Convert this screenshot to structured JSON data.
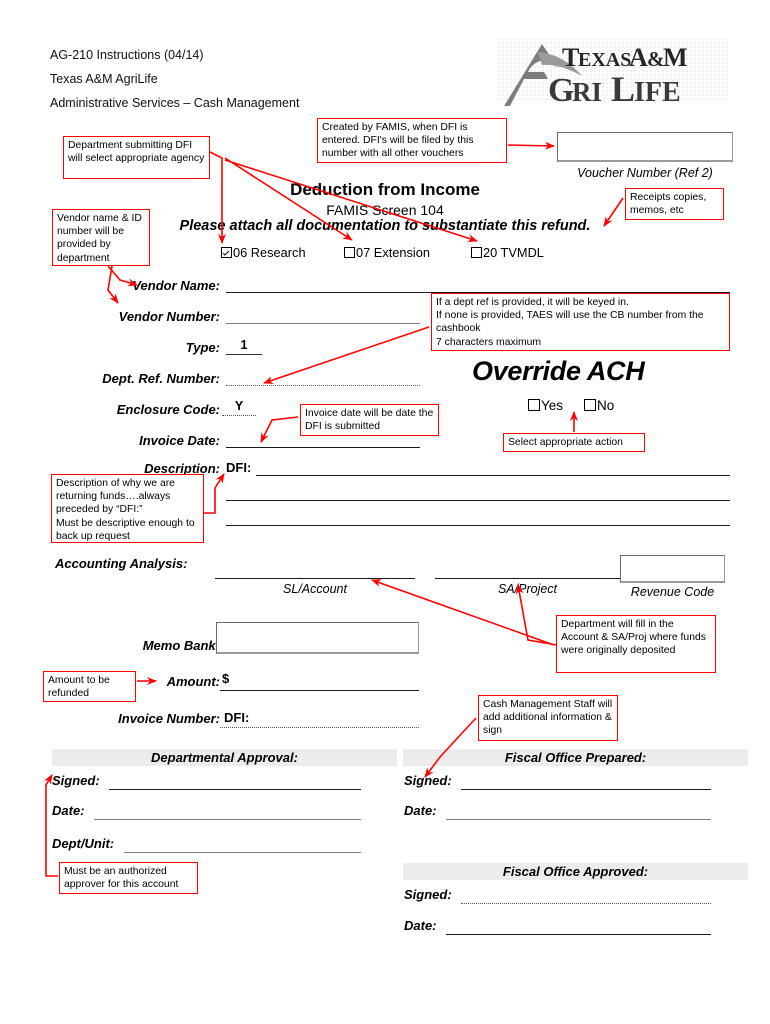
{
  "document": {
    "header_lines": [
      "AG-210 Instructions (04/14)",
      "Texas A&M AgriLife",
      "Administrative Services – Cash Management"
    ],
    "logo": {
      "line1": "Texas A&M",
      "line2_a": "A",
      "line2_b": "gri",
      "line2_c": "Life"
    },
    "title": {
      "main": "Deduction from Income",
      "screen": "FAMIS Screen 104",
      "attach": "Please attach all documentation to substantiate this refund."
    },
    "voucher": {
      "caption": "Voucher Number (Ref 2)"
    },
    "agency_options": [
      {
        "label": "06 Research",
        "checked": true
      },
      {
        "label": "07 Extension",
        "checked": false
      },
      {
        "label": "20 TVMDL",
        "checked": false
      }
    ],
    "fields": {
      "vendor_name": {
        "label": "Vendor Name:",
        "value": ""
      },
      "vendor_number": {
        "label": "Vendor Number:",
        "value": ""
      },
      "type": {
        "label": "Type:",
        "value": "1"
      },
      "dept_ref": {
        "label": "Dept. Ref. Number:",
        "value": ""
      },
      "enclosure": {
        "label": "Enclosure Code:",
        "value": "Y"
      },
      "invoice_date": {
        "label": "Invoice Date:",
        "value": ""
      },
      "description": {
        "label": "Description:",
        "prefix": "DFI:"
      },
      "memo_bank": {
        "label": "Memo Bank:",
        "value": ""
      },
      "amount": {
        "label": "Amount:",
        "prefix": "$"
      },
      "invoice_number": {
        "label": "Invoice Number:",
        "prefix": "DFI:"
      }
    },
    "override_ach": {
      "title": "Override ACH",
      "yes": "Yes",
      "no": "No"
    },
    "accounting": {
      "heading": "Accounting Analysis:",
      "sl_account": "SL/Account",
      "sa_project": "SA/Project",
      "revenue_code": "Revenue Code"
    },
    "approvals": {
      "departmental": {
        "title": "Departmental Approval:",
        "signed": "Signed:",
        "date": "Date:",
        "dept_unit": "Dept/Unit:"
      },
      "fiscal_prepared": {
        "title": "Fiscal Office Prepared:",
        "signed": "Signed:",
        "date": "Date:"
      },
      "fiscal_approved": {
        "title": "Fiscal Office Approved:",
        "signed": "Signed:",
        "date": "Date:"
      }
    },
    "annotations": {
      "agency_select": "Department submitting DFI will select appropriate agency",
      "voucher_created": "Created by FAMIS, when DFI is entered.  DFI's will be filed by this number with all other vouchers",
      "vendor_info": "Vendor name & ID number will be provided by department",
      "receipts": "Receipts copies, memos, etc",
      "dept_ref_note": "If a dept ref is provided, it will be keyed in.\nIf none is provided, TAES will use the CB number from the cashbook\n7 characters maximum",
      "invoice_date_note": "Invoice date will be date the DFI is submitted",
      "select_action": "Select appropriate action",
      "description_note": "Description of why we are returning funds….always preceded by “DFI:”\nMust be descriptive enough to back up request",
      "account_note": "Department will fill in the Account & SA/Proj where funds were originally deposited",
      "amount_note": "Amount to be refunded",
      "cash_mgmt_note": "Cash Management Staff will add additional information & sign",
      "authorized_note": "Must be an authorized approver for this account"
    },
    "colors": {
      "annotation_red": "#ff0000",
      "section_bar": "#ececec",
      "rule_gray": "#808080",
      "text": "#000000"
    }
  }
}
